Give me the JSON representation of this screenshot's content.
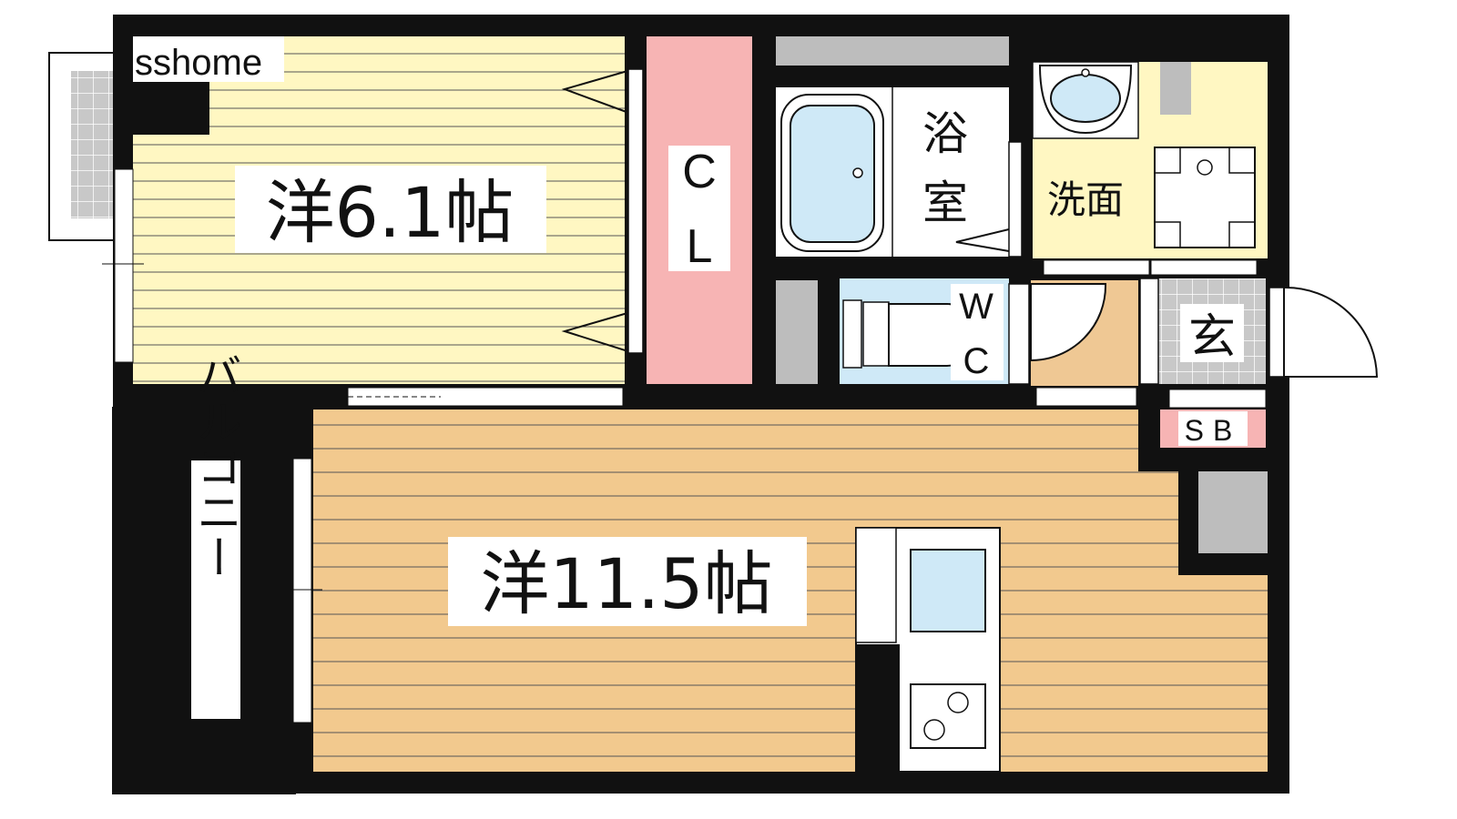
{
  "watermark": "sshome",
  "rooms": {
    "western_small": "洋6.1帖",
    "western_large": "洋11.5帖",
    "closet_top": "C",
    "closet_bottom": "L",
    "bath_top": "浴",
    "bath_bottom": "室",
    "washroom": "洗面",
    "wc_top": "W",
    "wc_bottom": "C",
    "entrance": "玄",
    "shoe_box": "SB",
    "balcony": "バルコニー"
  },
  "colors": {
    "wall": "#111111",
    "western_small_floor": "#fff7c2",
    "western_large_floor": "#f2c98e",
    "closet": "#f7b4b4",
    "bath_blue": "#cfe9f7",
    "wc_blue": "#cfe9f7",
    "washroom_floor": "#fff7c2",
    "entrance_floor": "#efc894",
    "tile_gray": "#c8c8c8",
    "shoe_box": "#f7b4b4",
    "panel_gray": "#bdbdbd"
  }
}
